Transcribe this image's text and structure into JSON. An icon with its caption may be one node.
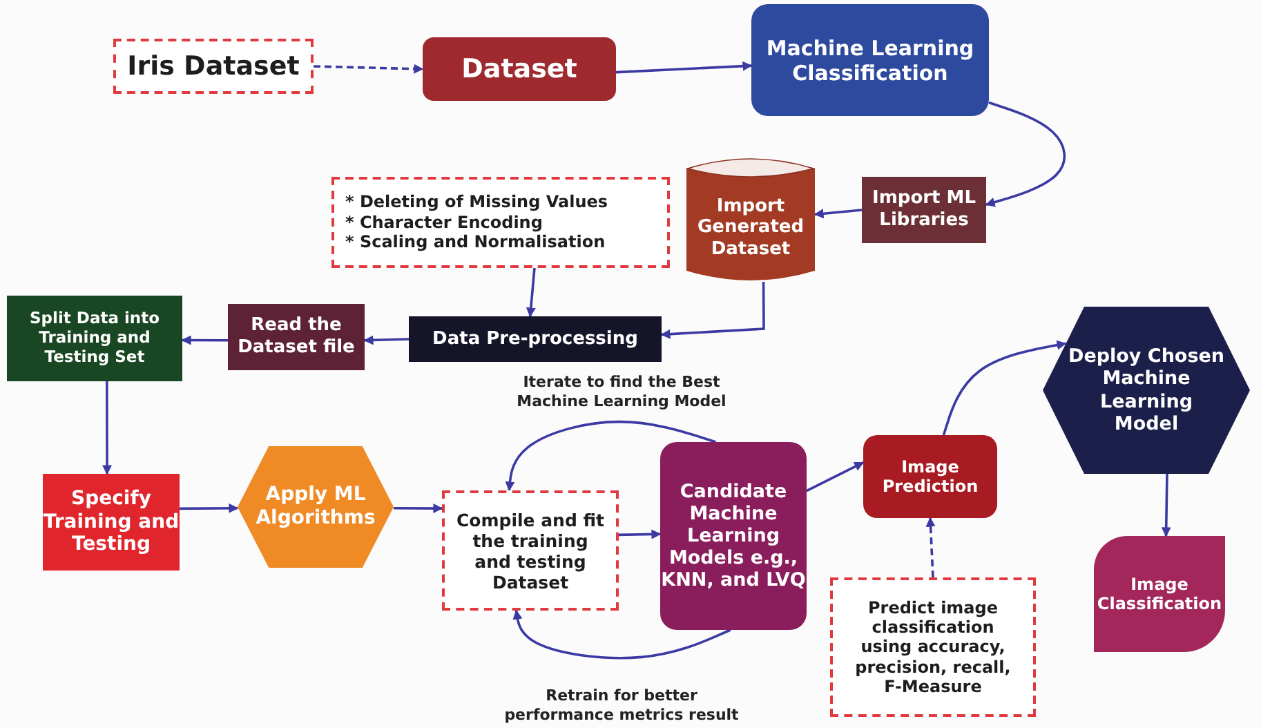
{
  "diagram": {
    "nodes": [
      {
        "text": [
          "Iris Dataset"
        ]
      },
      {
        "text": [
          "Dataset"
        ]
      },
      {
        "text": [
          "Machine Learning Classification"
        ]
      },
      {
        "text": [
          "Import ML Libraries"
        ]
      },
      {
        "text": [
          "Import Generated Dataset"
        ]
      },
      {
        "text": [
          "* Deleting of Missing Values",
          "* Character Encoding",
          "* Scaling and Normalisation"
        ]
      },
      {
        "text": [
          "Data Pre-processing"
        ]
      },
      {
        "text": [
          "Read the Dataset file"
        ]
      },
      {
        "text": [
          "Split Data into Training and Testing Set"
        ]
      },
      {
        "text": [
          "Specify Training and Testing"
        ]
      },
      {
        "text": [
          "Apply ML Algorithms"
        ]
      },
      {
        "text": [
          "Compile and fit the training and testing Dataset"
        ]
      },
      {
        "text": [
          "Candidate Machine Learning Models e.g., KNN, and LVQ"
        ]
      },
      {
        "text": [
          "Image Prediction"
        ]
      },
      {
        "text": [
          "Predict image classification using accuracy, precision, recall, F-Measure"
        ]
      },
      {
        "text": [
          "Deploy Chosen Machine Learning Model"
        ]
      },
      {
        "text": [
          "Image Classification"
        ]
      }
    ],
    "edges": [
      {
        "from": 0,
        "to": 1,
        "arrow": "to",
        "style": "dashed"
      },
      {
        "from": 1,
        "to": 2,
        "arrow": "to"
      },
      {
        "from": 2,
        "to": 3,
        "arrow": "to"
      },
      {
        "from": 3,
        "to": 4,
        "arrow": "to"
      },
      {
        "from": 4,
        "to": 6,
        "arrow": "to"
      },
      {
        "from": 5,
        "to": 6,
        "arrow": "to"
      },
      {
        "from": 6,
        "to": 7,
        "arrow": "to"
      },
      {
        "from": 7,
        "to": 8,
        "arrow": "to"
      },
      {
        "from": 8,
        "to": 9,
        "arrow": "to"
      },
      {
        "from": 9,
        "to": 10,
        "arrow": "to"
      },
      {
        "from": 10,
        "to": 11,
        "arrow": "to"
      },
      {
        "from": 11,
        "to": 12,
        "arrow": "to"
      },
      {
        "from": 12,
        "to": 11,
        "arrow": "to",
        "label": "Iterate to find the Best Machine Learning Model"
      },
      {
        "from": 12,
        "to": 11,
        "arrow": "to",
        "label": "Retrain for better performance metrics result"
      },
      {
        "from": 12,
        "to": 13,
        "arrow": "to"
      },
      {
        "from": 14,
        "to": 13,
        "arrow": "to",
        "style": "dashed"
      },
      {
        "from": 13,
        "to": 15,
        "arrow": "to"
      },
      {
        "from": 15,
        "to": 16,
        "arrow": "to"
      }
    ]
  }
}
